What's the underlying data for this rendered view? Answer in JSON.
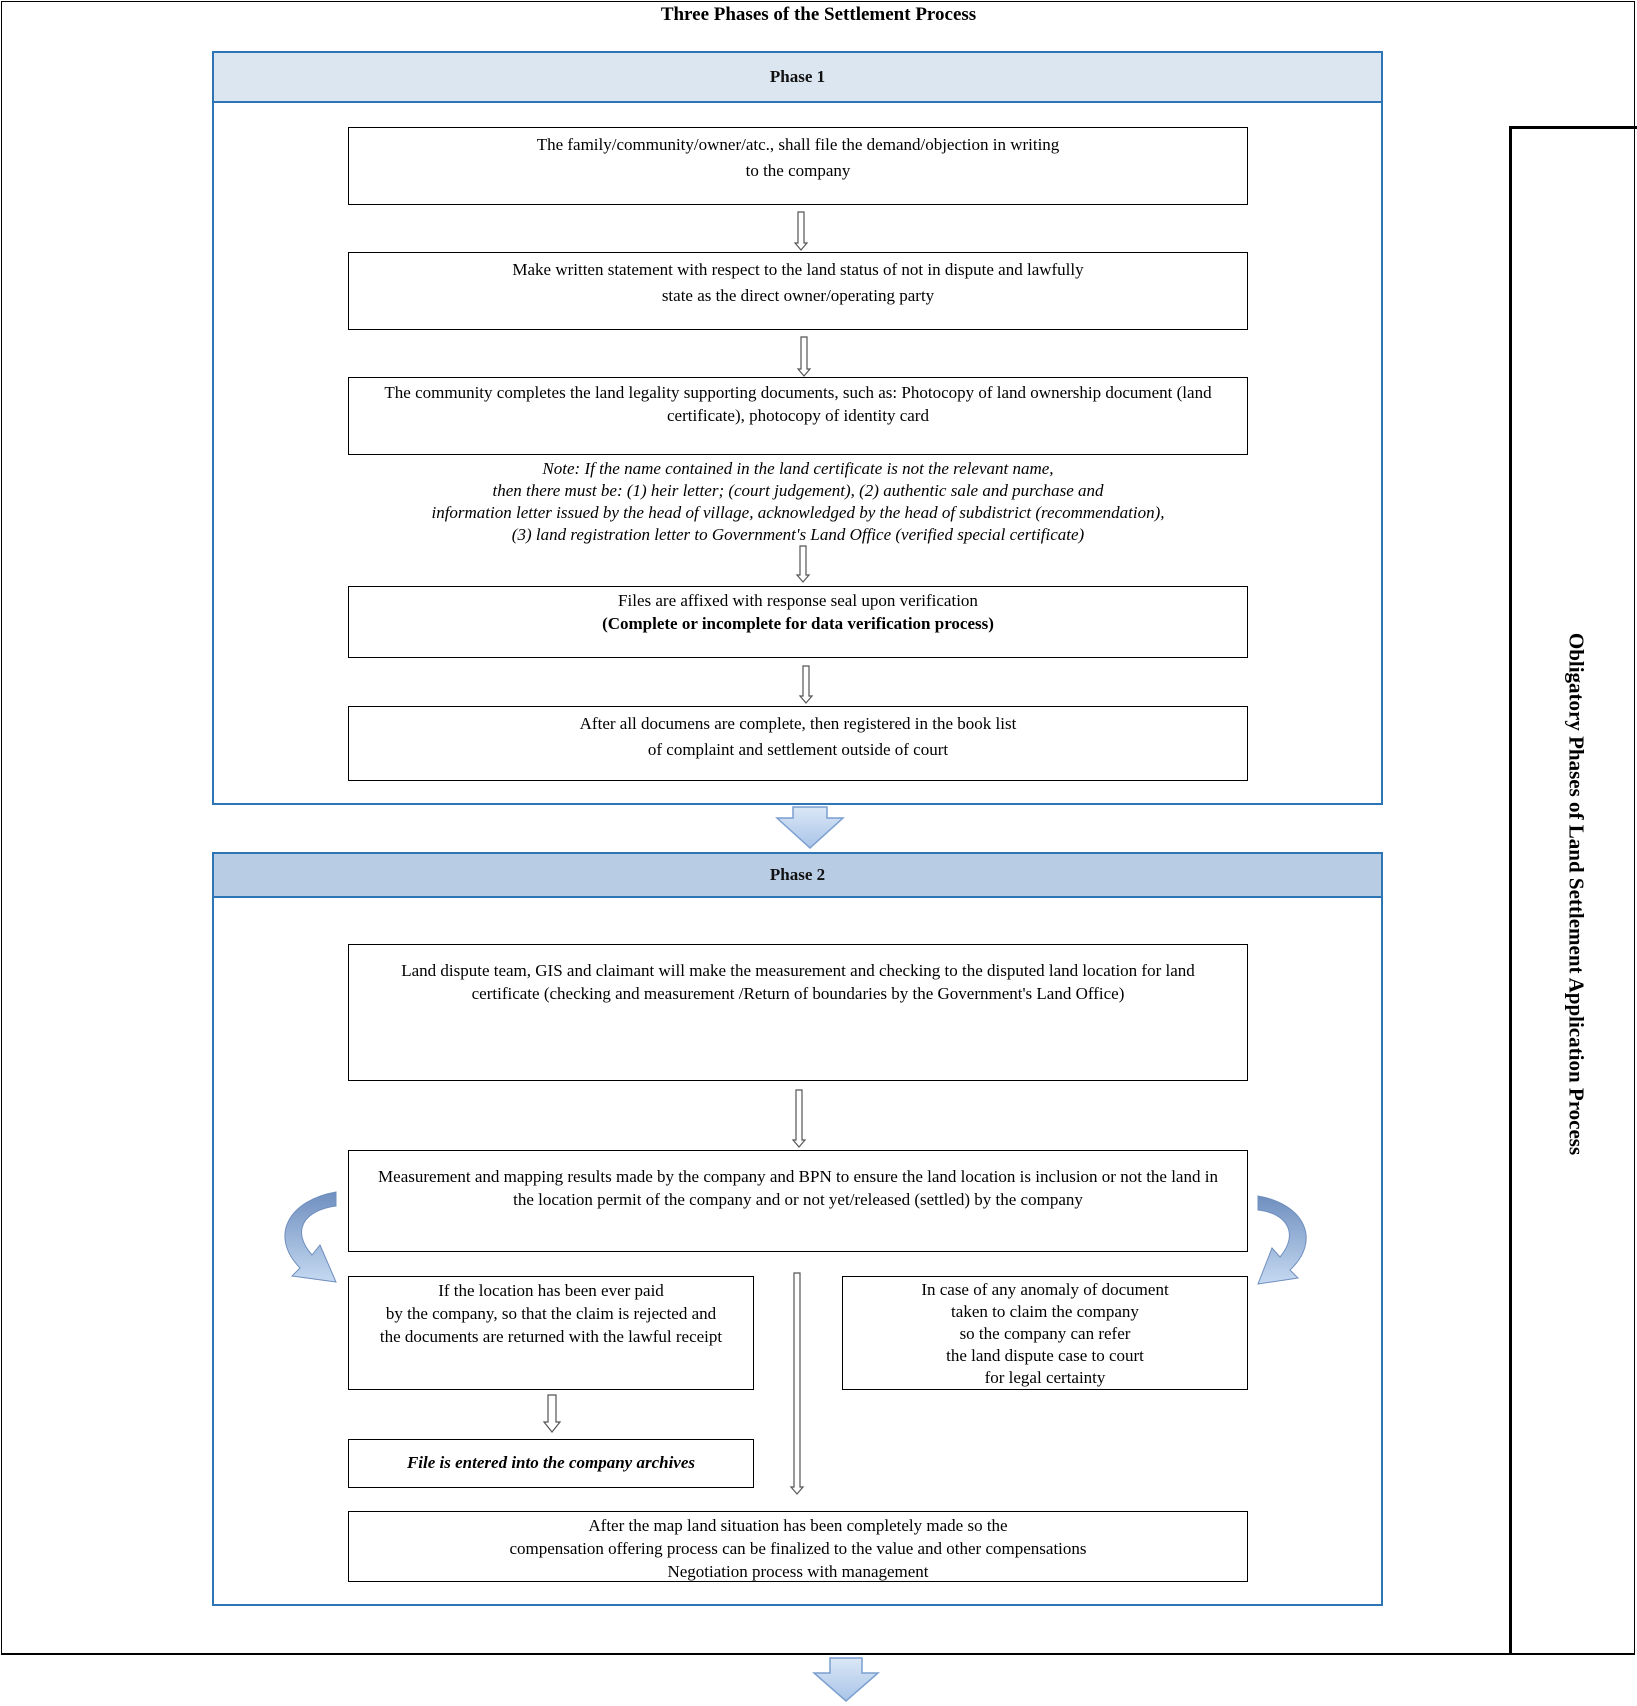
{
  "title": "Three Phases of the Settlement Process",
  "side_label": "Obligatory Phases of Land Settlement Application Process",
  "phase1": {
    "header": "Phase 1",
    "box1": [
      "The family/community/owner/atc., shall file the demand/objection in writing",
      "to the company"
    ],
    "box2": [
      "Make written statement with respect to the land status of not in dispute and lawfully",
      "state as the direct owner/operating party"
    ],
    "box3": [
      "The community completes the land legality supporting documents, such as: Photocopy of land ownership document (land",
      "certificate), photocopy of identity card"
    ],
    "note": [
      "Note: If the name contained in the land certificate is not the relevant name,",
      "then there must be: (1) heir letter;  (court judgement), (2) authentic sale and purchase and",
      "information letter issued by the head of village, acknowledged by the head of subdistrict (recommendation),",
      "(3) land registration letter to Government's Land Office (verified special certificate)"
    ],
    "box4": [
      "Files are affixed with response seal upon verification",
      "(Complete or incomplete for data verification process)"
    ],
    "box5": [
      "After all documens are complete, then registered in the book list",
      "of complaint and settlement outside of court"
    ]
  },
  "phase2": {
    "header": "Phase 2",
    "box1": [
      "Land dispute team, GIS and claimant will make the measurement and checking to the disputed land location for land",
      "certificate (checking and measurement /Return of boundaries by the Government's Land Office)"
    ],
    "box2": [
      "Measurement and mapping results made by the company and BPN to ensure the land location is inclusion or not the land in",
      "the location permit of the company and or not yet/released (settled) by the company"
    ],
    "left_box": [
      "If the location has been ever paid",
      "by  the company, so that the claim is rejected and",
      "the documents are returned with the lawful receipt"
    ],
    "right_box": [
      "In case of any anomaly of document",
      "taken to claim the company",
      "so the company can refer",
      "the land dispute case to court",
      "for legal certainty"
    ],
    "archive": "File is entered into the company archives",
    "final_box": [
      "After the map land situation has been completely made so the",
      "compensation offering process can be finalized to the value and other compensations",
      "Negotiation process with management"
    ]
  },
  "colors": {
    "phase_border": "#2e75b6",
    "phase1_header_bg": "#dce6f1",
    "phase2_header_bg": "#b8cce4",
    "big_arrow_fill": "#c5d9f1"
  }
}
